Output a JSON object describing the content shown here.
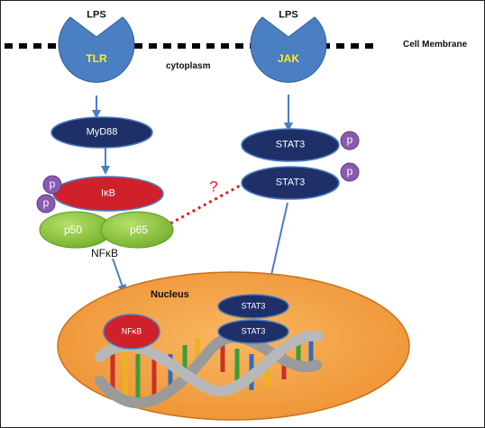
{
  "labels": {
    "lps_left": "LPS",
    "lps_right": "LPS",
    "cell_membrane": "Cell Membrane",
    "cytoplasm": "cytoplasm",
    "tlr": "TLR",
    "jak": "JAK",
    "myd88": "MyD88",
    "ikb": "IκB",
    "p50": "p50",
    "p65": "p65",
    "nfkb": "NFκB",
    "question": "?",
    "stat3_top": "STAT3",
    "stat3_bottom": "STAT3",
    "phospho": "p",
    "nucleus": "Nucleus",
    "nucleus_nfkb": "NFκB",
    "nucleus_stat3_top": "STAT3",
    "nucleus_stat3_bottom": "STAT3"
  },
  "colors": {
    "receptor": "#4a7fc1",
    "dark_protein": "#1f3068",
    "ikb": "#d0212a",
    "nfkb_subunit": "#8dc63f",
    "phospho": "#8a5ab0",
    "nucleus": "#f5a043",
    "arrow": "#4a7fc1",
    "dotted_arrow": "#e0201b"
  }
}
